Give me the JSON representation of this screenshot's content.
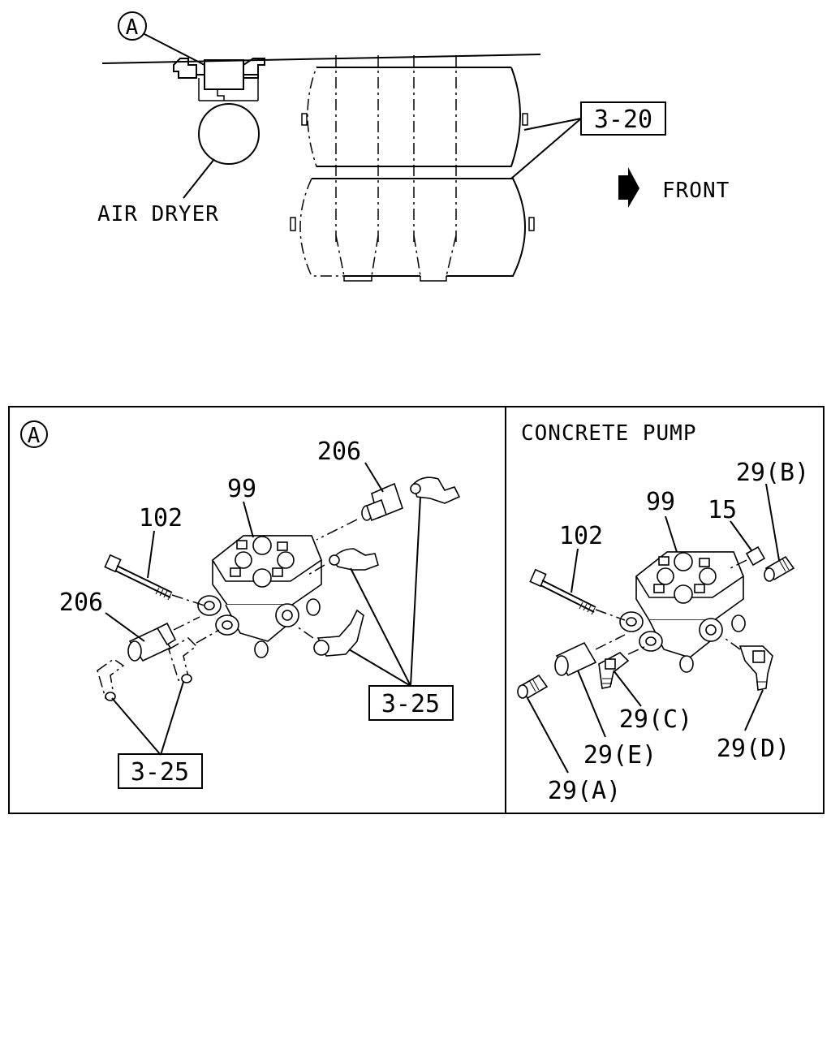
{
  "top_view": {
    "callout_a": "A",
    "air_dryer_label": "AIR DRYER",
    "tank_ref": "3-20",
    "front_label": "FRONT"
  },
  "detail_a": {
    "callout_a": "A",
    "labels": {
      "p206_top": "206",
      "p99": "99",
      "p102": "102",
      "p206_left": "206",
      "ref_right": "3-25",
      "ref_bottom": "3-25"
    }
  },
  "concrete_pump": {
    "title": "CONCRETE PUMP",
    "labels": {
      "p29b": "29(B)",
      "p99": "99",
      "p15": "15",
      "p102": "102",
      "p29c": "29(C)",
      "p29e": "29(E)",
      "p29d": "29(D)",
      "p29a": "29(A)"
    }
  }
}
